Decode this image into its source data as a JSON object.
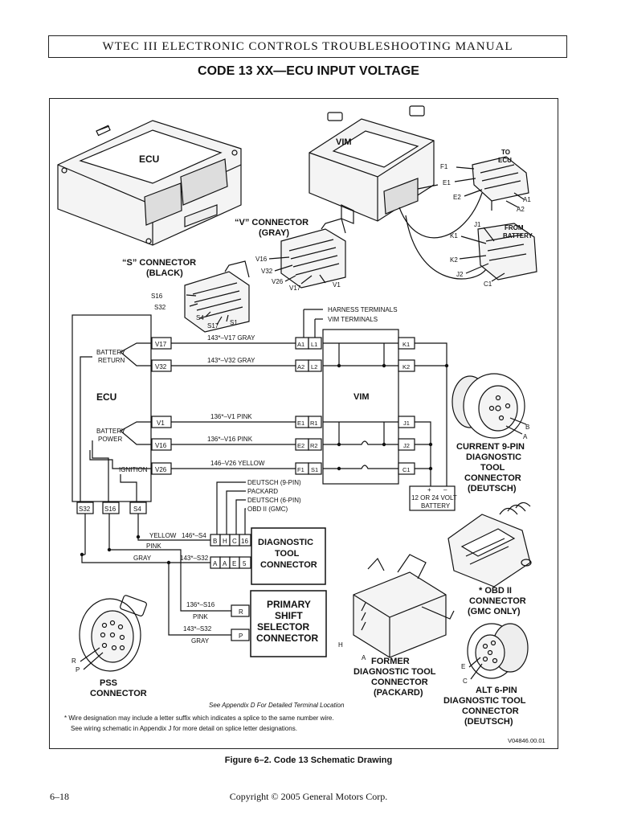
{
  "header": {
    "manual_title": "WTEC III ELECTRONIC CONTROLS TROUBLESHOOTING MANUAL",
    "code_title": "CODE 13 XX—ECU INPUT VOLTAGE"
  },
  "drawings": {
    "ecu_label": "ECU",
    "vim_label": "VIM",
    "to_ecu": [
      "TO",
      "ECU"
    ],
    "from_battery": [
      "FROM",
      "BATTERY"
    ],
    "vim_pins_top": [
      "F1",
      "E1",
      "E2",
      "A1",
      "A2"
    ],
    "vim_pins_bottom": [
      "J1",
      "K1",
      "K2",
      "J2",
      "C1"
    ],
    "v_connector": [
      "“V” CONNECTOR",
      "(GRAY)"
    ],
    "v_pins": [
      "V16",
      "V32",
      "V26",
      "V17",
      "V1"
    ],
    "s_connector": [
      "“S” CONNECTOR",
      "(BLACK)"
    ],
    "s_pins": [
      "S16",
      "S32",
      "S4",
      "S17",
      "S1"
    ]
  },
  "schematic": {
    "harness_terminals": "HARNESS TERMINALS",
    "vim_terminals": "VIM TERMINALS",
    "ecu_label": "ECU",
    "vim_label": "VIM",
    "battery_return": [
      "BATTERY",
      "RETURN"
    ],
    "battery_power": [
      "BATTERY",
      "POWER"
    ],
    "ignition": "IGNITION",
    "ecu_pins": [
      "V17",
      "V32",
      "V1",
      "V16",
      "V26"
    ],
    "ecu_bottom_pins": [
      "S32",
      "S16",
      "S4"
    ],
    "wires": [
      "143*–V17  GRAY",
      "143*–V32  GRAY",
      "136*–V1  PINK",
      "136*–V16  PINK",
      "146–V26  YELLOW"
    ],
    "vim_left_terminals": [
      [
        "A1",
        "L1"
      ],
      [
        "A2",
        "L2"
      ],
      [
        "E1",
        "R1"
      ],
      [
        "E2",
        "R2"
      ],
      [
        "F1",
        "S1"
      ]
    ],
    "vim_right_terminals": [
      "K1",
      "K2",
      "J1",
      "J2",
      "C1"
    ],
    "battery": [
      "12 OR 24 VOLT",
      "BATTERY"
    ],
    "battery_plus": "+",
    "battery_minus": "–",
    "diag_legend": [
      "DEUTSCH (9-PIN)",
      "PACKARD",
      "DEUTSCH (6-PIN)",
      "OBD II (GMC)"
    ],
    "diag_row1": [
      "B",
      "H",
      "C",
      "16"
    ],
    "diag_row2": [
      "A",
      "A",
      "E",
      "5"
    ],
    "diag_connector": [
      "DIAGNOSTIC",
      "TOOL",
      "CONNECTOR"
    ],
    "yellow_wire": [
      "YELLOW",
      "146*–S4"
    ],
    "pink_label": "PINK",
    "gray_wire": [
      "GRAY",
      "143*–S32"
    ],
    "pss_pins": [
      "R",
      "P"
    ],
    "pss_wire1": [
      "136*–S16",
      "PINK"
    ],
    "pss_wire2": [
      "143*–S32",
      "GRAY"
    ],
    "pss_connector": [
      "PRIMARY",
      "SHIFT",
      "SELECTOR",
      "CONNECTOR"
    ]
  },
  "side_connectors": {
    "current_9pin": [
      "CURRENT 9-PIN",
      "DIAGNOSTIC",
      "TOOL",
      "CONNECTOR",
      "(DEUTSCH)"
    ],
    "current_9pin_pins": [
      "B",
      "A"
    ],
    "obd2": [
      "* OBD II",
      "CONNECTOR",
      "(GMC ONLY)"
    ],
    "former": [
      "FORMER",
      "DIAGNOSTIC TOOL",
      "CONNECTOR",
      "(PACKARD)"
    ],
    "former_pins": [
      "H",
      "A"
    ],
    "alt_6pin": [
      "ALT 6-PIN",
      "DIAGNOSTIC TOOL",
      "CONNECTOR",
      "(DEUTSCH)"
    ],
    "alt_6pin_pins": [
      "E",
      "C"
    ],
    "pss": [
      "PSS",
      "CONNECTOR"
    ],
    "pss_pins": [
      "R",
      "P"
    ]
  },
  "notes": {
    "appendix_d": "See Appendix D For Detailed Terminal Location",
    "wire_note": [
      "* Wire designation may include a letter suffix which indicates a splice to the same number wire.",
      "See wiring schematic in Appendix J for more detail on splice letter designations."
    ],
    "drawing_code": "V04846.00.01"
  },
  "caption": "Figure 6–2.  Code 13 Schematic Drawing",
  "footer": {
    "page_number": "6–18",
    "copyright": "Copyright © 2005 General Motors Corp."
  }
}
